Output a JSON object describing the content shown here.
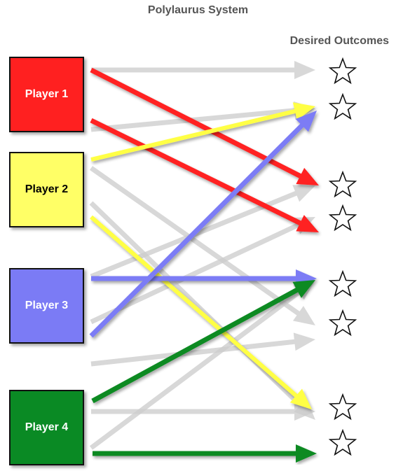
{
  "title": "Polylaurus System",
  "outcomes_heading": "Desired Outcomes",
  "players": [
    {
      "label": "Player 1",
      "color": "#ff2020",
      "text_color": "#ffffff"
    },
    {
      "label": "Player 2",
      "color": "#ffff66",
      "text_color": "#000000"
    },
    {
      "label": "Player 3",
      "color": "#7b7bf5",
      "text_color": "#ffffff"
    },
    {
      "label": "Player 4",
      "color": "#0a8a24",
      "text_color": "#ffffff"
    }
  ],
  "outcome_count": 8,
  "arrow_colors": {
    "ghost": "#cccccc",
    "player1": "#ff2020",
    "player2": "#ffff44",
    "player3": "#7b7bf5",
    "player4": "#0a8a24"
  }
}
